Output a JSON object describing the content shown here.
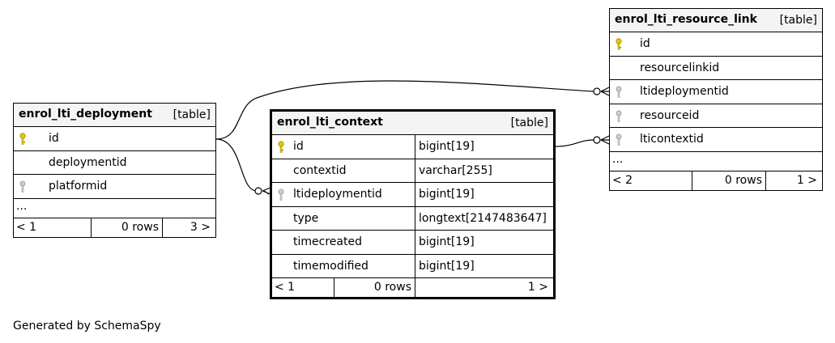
{
  "tables": {
    "deployment": {
      "name": "enrol_lti_deployment",
      "kind": "[table]",
      "columns": [
        {
          "name": "id",
          "key": "primary"
        },
        {
          "name": "deploymentid",
          "key": "none"
        },
        {
          "name": "platformid",
          "key": "foreign"
        }
      ],
      "more": "...",
      "footer": {
        "prev": "< 1",
        "rows": "0 rows",
        "next": "3 >"
      }
    },
    "context": {
      "name": "enrol_lti_context",
      "kind": "[table]",
      "columns": [
        {
          "name": "id",
          "type": "bigint[19]",
          "key": "primary"
        },
        {
          "name": "contextid",
          "type": "varchar[255]",
          "key": "none"
        },
        {
          "name": "ltideploymentid",
          "type": "bigint[19]",
          "key": "foreign"
        },
        {
          "name": "type",
          "type": "longtext[2147483647]",
          "key": "none"
        },
        {
          "name": "timecreated",
          "type": "bigint[19]",
          "key": "none"
        },
        {
          "name": "timemodified",
          "type": "bigint[19]",
          "key": "none"
        }
      ],
      "footer": {
        "prev": "< 1",
        "rows": "0 rows",
        "next": "1 >"
      }
    },
    "resource_link": {
      "name": "enrol_lti_resource_link",
      "kind": "[table]",
      "columns": [
        {
          "name": "id",
          "key": "primary"
        },
        {
          "name": "resourcelinkid",
          "key": "none"
        },
        {
          "name": "ltideploymentid",
          "key": "foreign"
        },
        {
          "name": "resourceid",
          "key": "foreign"
        },
        {
          "name": "lticontextid",
          "key": "foreign"
        }
      ],
      "more": "...",
      "footer": {
        "prev": "< 2",
        "rows": "0 rows",
        "next": "1 >"
      }
    }
  },
  "colors": {
    "primary_key": "#e6c800",
    "foreign_key": "#b0b0b0",
    "header_bg": "#f4f4f4"
  },
  "generated_by": "Generated by SchemaSpy"
}
